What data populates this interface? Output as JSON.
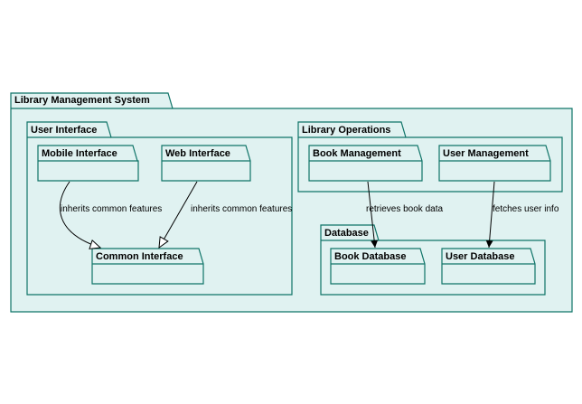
{
  "diagram": {
    "system": {
      "title": "Library Management System"
    },
    "user_interface": {
      "title": "User Interface",
      "mobile": "Mobile Interface",
      "web": "Web Interface",
      "common": "Common Interface"
    },
    "library_operations": {
      "title": "Library Operations",
      "book_management": "Book Management",
      "user_management": "User Management"
    },
    "database": {
      "title": "Database",
      "book_db": "Book Database",
      "user_db": "User Database"
    },
    "edges": {
      "mobile_to_common": "inherits common features",
      "web_to_common": "inherits common features",
      "book_mgmt_to_book_db": "retrieves book data",
      "user_mgmt_to_user_db": "fetches user info"
    },
    "colors": {
      "package_fill": "#e0f2f1",
      "package_border": "#0f7468",
      "edge": "#000000"
    }
  }
}
